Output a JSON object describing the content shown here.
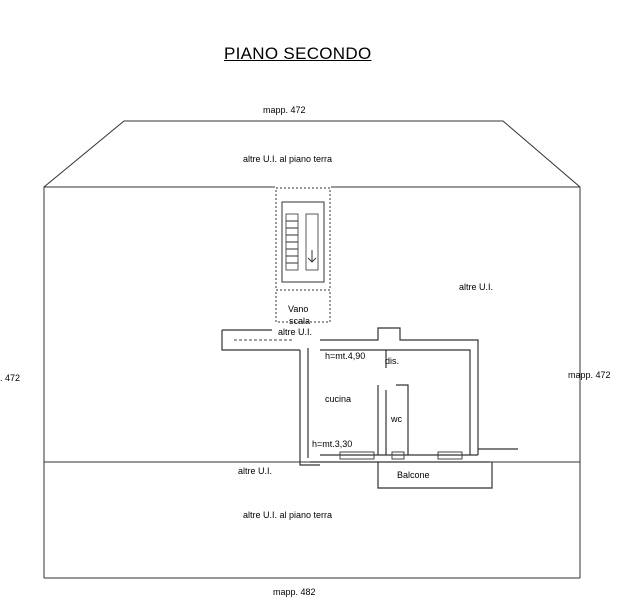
{
  "title": "PIANO SECONDO",
  "parcels": {
    "top": "mapp. 472",
    "left": ". 472",
    "right": "mapp. 472",
    "bottom": "mapp. 482"
  },
  "areas": {
    "altre_ui_piano_terra_top": "altre U.I. al piano terra",
    "altre_ui_piano_terra_bottom": "altre U.I. al piano terra",
    "altre_ui_right": "altre U.I.",
    "altre_ui_stair": "altre U.I.",
    "altre_ui_bottom_left": "altre U.I."
  },
  "rooms": {
    "vano_line1": "Vano",
    "vano_line2": "scala",
    "cucina": "cucina",
    "wc": "wc",
    "dis": "dis.",
    "balcone": "Balcone"
  },
  "heights": {
    "upper": "h=mt.4,90",
    "lower": "h=mt.3,30"
  }
}
